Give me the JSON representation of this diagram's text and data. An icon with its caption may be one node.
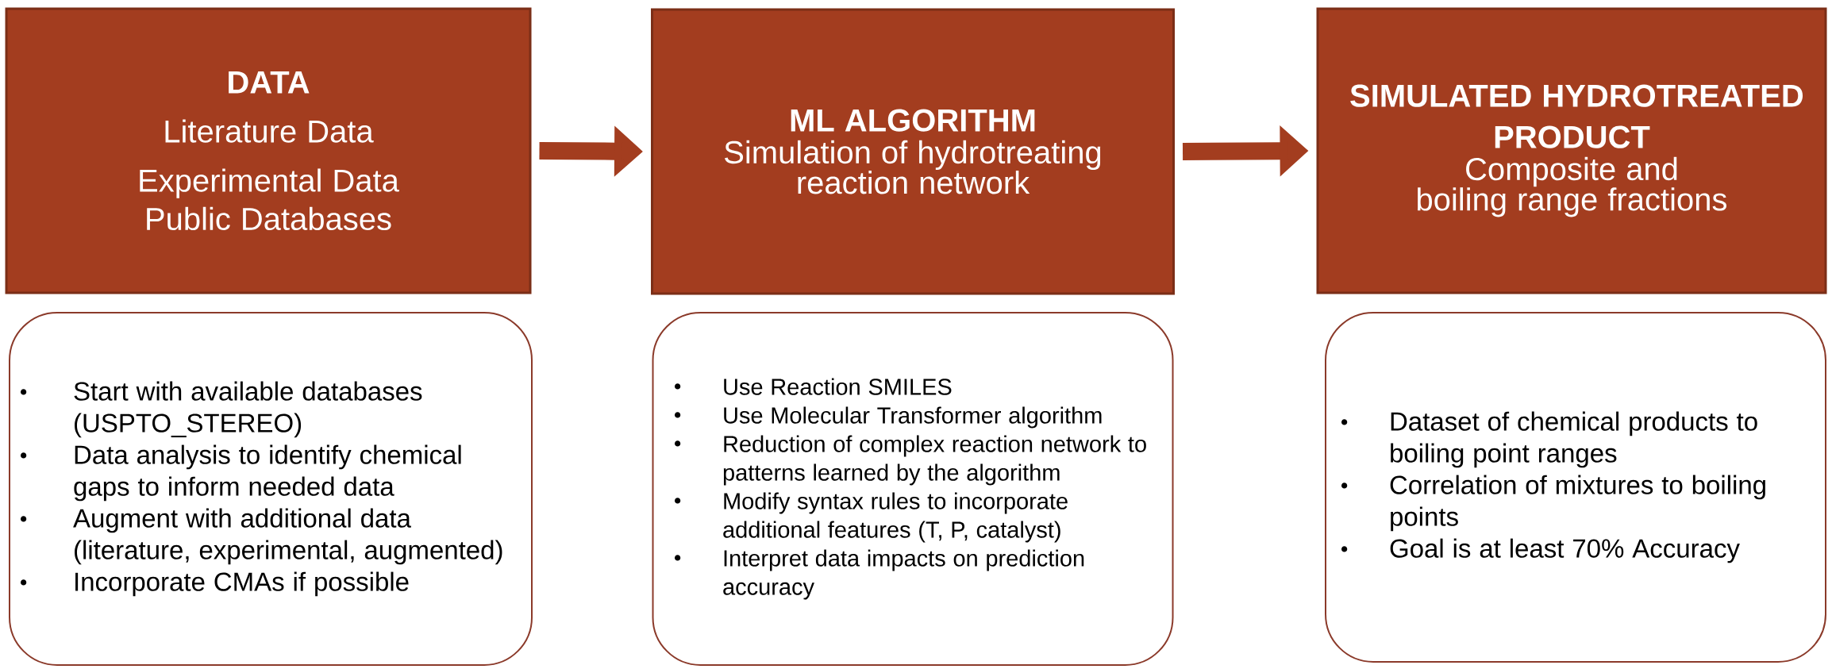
{
  "diagram": {
    "nodes": [
      {
        "text": [
          "DATA",
          "Literature Data",
          "Experimental Data",
          "Public Databases"
        ]
      },
      {
        "text": [
          "ML ALGORITHM",
          "Simulation of hydrotreating reaction network"
        ]
      },
      {
        "text": [
          "SIMULATED HYDROTREATED PRODUCT",
          "Composite and boiling range fractions"
        ]
      },
      {
        "text": [
          "Start with available databases (USPTO_STEREO)",
          "Data analysis to identify chemical gaps to inform needed data",
          "Augment with additional data (literature, experimental, augmented)",
          "Incorporate CMAs if possible"
        ]
      },
      {
        "text": [
          "Use Reaction SMILES",
          "Use Molecular Transformer algorithm",
          "Reduction of complex reaction network to patterns learned by the algorithm",
          "Modify syntax rules to incorporate additional features (T, P, catalyst)",
          "Interpret data impacts on prediction accuracy"
        ]
      },
      {
        "text": [
          "Dataset of chemical products to boiling point ranges",
          "Correlation of mixtures to boiling points",
          "Goal is at least 70% Accuracy"
        ]
      }
    ],
    "edges": [
      {
        "from": 0,
        "to": 1,
        "arrow": "to"
      },
      {
        "from": 1,
        "to": 2,
        "arrow": "to"
      }
    ]
  }
}
